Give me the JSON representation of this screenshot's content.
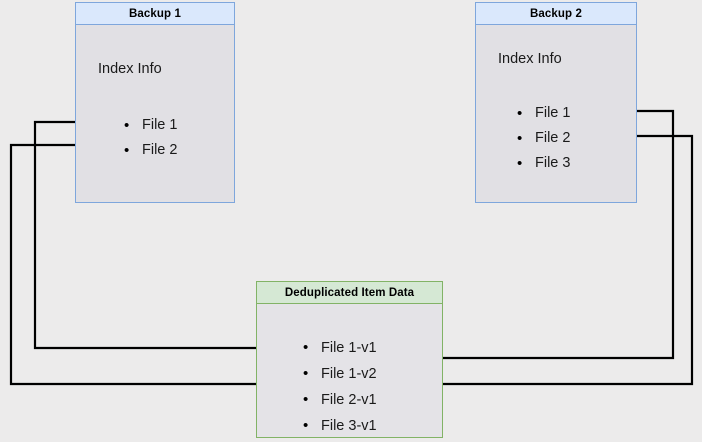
{
  "diagram": {
    "title_semantics": "backup-deduplication-diagram",
    "background_color": "#ecebeb",
    "boxes": [
      {
        "id": "backup1",
        "header": "Backup 1",
        "body_label": "Index Info",
        "items": [
          "File 1",
          "File 2"
        ],
        "border_color": "#7EA6DC",
        "header_color": "#DAE8FC",
        "body_color": "#E1E0E4"
      },
      {
        "id": "backup2",
        "header": "Backup 2",
        "body_label": "Index Info",
        "items": [
          "File 1",
          "File 2",
          "File 3"
        ],
        "border_color": "#7EA6DC",
        "header_color": "#DAE8FC",
        "body_color": "#E1E0E4"
      },
      {
        "id": "dedup",
        "header": "Deduplicated Item Data",
        "body_label": "",
        "items": [
          "File 1-v1",
          "File 1-v2",
          "File 2-v1",
          "File 3-v1"
        ],
        "border_color": "#82B366",
        "header_color": "#D5E8D4",
        "body_color": "#E4E3E7"
      }
    ],
    "connections": [
      {
        "id": "b1-file1-to-file1v1",
        "from": "Backup 1 / File 1",
        "to": "Deduplicated Item Data / File 1-v1",
        "arrow_direction": "right"
      },
      {
        "id": "b1-file2-to-file2v1",
        "from": "Backup 1 / File 2",
        "to": "Deduplicated Item Data / File 2-v1",
        "arrow_direction": "right"
      },
      {
        "id": "b2-file1-to-file1v2",
        "from": "Backup 2 / File 1",
        "to": "Deduplicated Item Data / File 1-v2",
        "arrow_direction": "left"
      },
      {
        "id": "b2-file2-to-file2v1",
        "from": "Backup 2 / File 2",
        "to": "Deduplicated Item Data / File 2-v1",
        "arrow_direction": "left"
      }
    ],
    "line_color": "#000000"
  }
}
